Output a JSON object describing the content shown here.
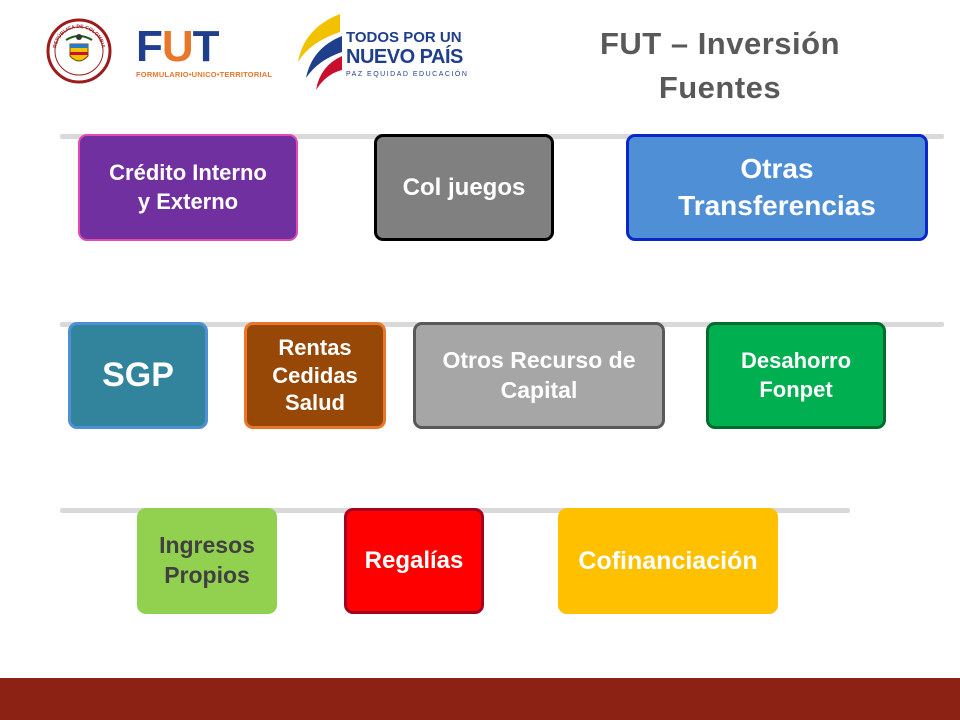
{
  "header": {
    "title_line1": "FUT – Inversión",
    "title_line2": "Fuentes",
    "logos": {
      "seal": {
        "icon": "colombia-coat-of-arms-icon",
        "text": "REPÚBLICA DE COLOMBIA"
      },
      "fut": {
        "letters": [
          "F",
          "U",
          "T"
        ],
        "tagline": "FORMULARIO•UNICO•TERRITORIAL"
      },
      "nuevo_pais": {
        "line1": "TODOS POR UN",
        "line2": "NUEVO PAÍS",
        "line3": "PAZ  EQUIDAD  EDUCACIÓN"
      }
    }
  },
  "sources": {
    "credito": {
      "line1": "Crédito Interno",
      "line2": "y Externo"
    },
    "coljuegos": {
      "line1": "Col juegos"
    },
    "otras_transferencias": {
      "line1": "Otras",
      "line2": "Transferencias"
    },
    "sgp": {
      "line1": "SGP"
    },
    "rentas": {
      "line1": "Rentas",
      "line2": "Cedidas",
      "line3": "Salud"
    },
    "otros_capital": {
      "line1": "Otros Recurso de",
      "line2": "Capital"
    },
    "desahorro": {
      "line1": "Desahorro",
      "line2": "Fonpet"
    },
    "ingresos": {
      "line1": "Ingresos",
      "line2": "Propios"
    },
    "regalias": {
      "line1": "Regalías"
    },
    "cofinanciacion": {
      "line1": "Cofinanciación"
    }
  },
  "colors": {
    "title": "#595959",
    "footer": "#8b2214",
    "divider": "#d9d9d9",
    "credito": "#7030a0",
    "coljuegos": "#808080",
    "otras_transferencias": "#4f8fd6",
    "sgp": "#31849b",
    "rentas": "#974706",
    "otros_capital": "#a6a6a6",
    "desahorro": "#00b050",
    "ingresos": "#92d050",
    "regalias": "#ff0000",
    "cofinanciacion": "#ffc000"
  }
}
